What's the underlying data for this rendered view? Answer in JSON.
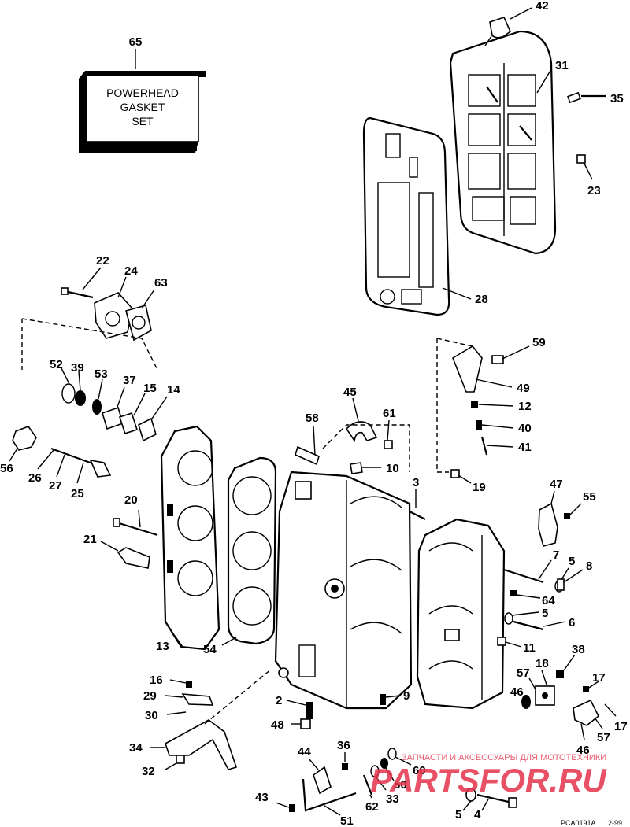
{
  "kit_box": {
    "label_number": "65",
    "line1": "POWERHEAD",
    "line2": "GASKET",
    "line3": "SET"
  },
  "watermark": {
    "tagline": "ЗАПЧАСТИ И АКСЕССУАРЫ ДЛЯ МОТОТЕХНИКИ",
    "brand": "PARTSFOR.RU",
    "color": "#e5334b"
  },
  "footer": {
    "code": "PCA0191A",
    "date": "2-99"
  },
  "callouts": {
    "c42": "42",
    "c31": "31",
    "c35": "35",
    "c23": "23",
    "c28": "28",
    "c22": "22",
    "c24": "24",
    "c63": "63",
    "c52": "52",
    "c39": "39",
    "c53": "53",
    "c37": "37",
    "c15": "15",
    "c14": "14",
    "c56": "56",
    "c26": "26",
    "c27": "27",
    "c25": "25",
    "c20": "20",
    "c21": "21",
    "c13": "13",
    "c54": "54",
    "c45": "45",
    "c58": "58",
    "c61": "61",
    "c10": "10",
    "c3": "3",
    "c59": "59",
    "c49": "49",
    "c12": "12",
    "c40": "40",
    "c41": "41",
    "c19": "19",
    "c47": "47",
    "c55": "55",
    "c7": "7",
    "c5a": "5",
    "c8": "8",
    "c64": "64",
    "c5b": "5",
    "c6": "6",
    "c11": "11",
    "c38": "38",
    "c18": "18",
    "c57a": "57",
    "c46a": "46",
    "c17a": "17",
    "c17b": "17",
    "c46b": "46",
    "c57b": "57",
    "c16": "16",
    "c29": "29",
    "c30": "30",
    "c34": "34",
    "c32": "32",
    "c2": "2",
    "c48": "48",
    "c9": "9",
    "c44": "44",
    "c36": "36",
    "c60": "60",
    "c50": "50",
    "c33": "33",
    "c62": "62",
    "c43": "43",
    "c51": "51",
    "c5c": "5",
    "c4": "4"
  }
}
